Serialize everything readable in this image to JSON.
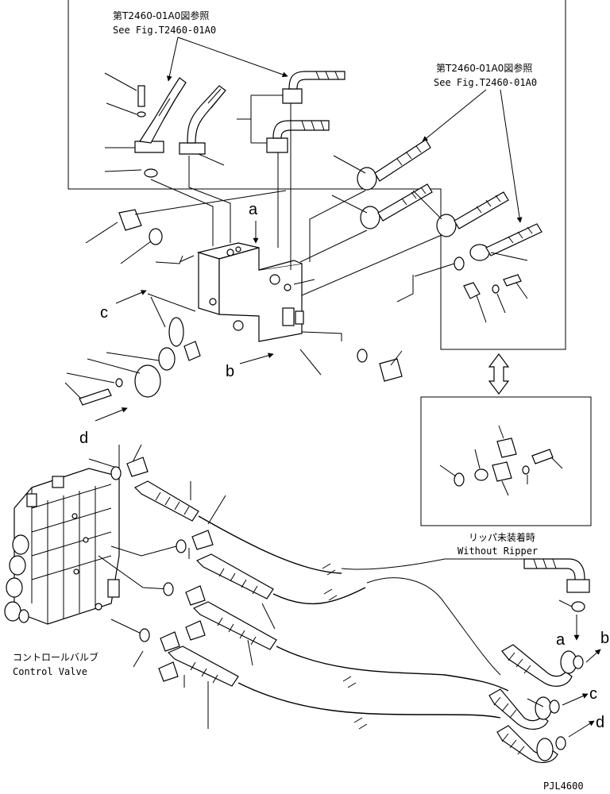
{
  "figure": {
    "ref_top_jp": "第T2460-01A0図参照",
    "ref_top_en": "See Fig.T2460-01A0",
    "ref_right_jp": "第T2460-01A0図参照",
    "ref_right_en": "See Fig.T2460-01A0",
    "inset_jp": "リッパ未装着時",
    "inset_en": "Without Ripper",
    "control_valve_jp": "コントロールバルブ",
    "control_valve_en": "Control Valve",
    "drawing_code": "PJL4600"
  },
  "letters": {
    "a_top": "a",
    "b_mid": "b",
    "c_mid": "c",
    "d_mid": "d",
    "a_bottom": "a",
    "b_bottom": "b",
    "c_bottom": "c",
    "d_bottom": "d"
  }
}
